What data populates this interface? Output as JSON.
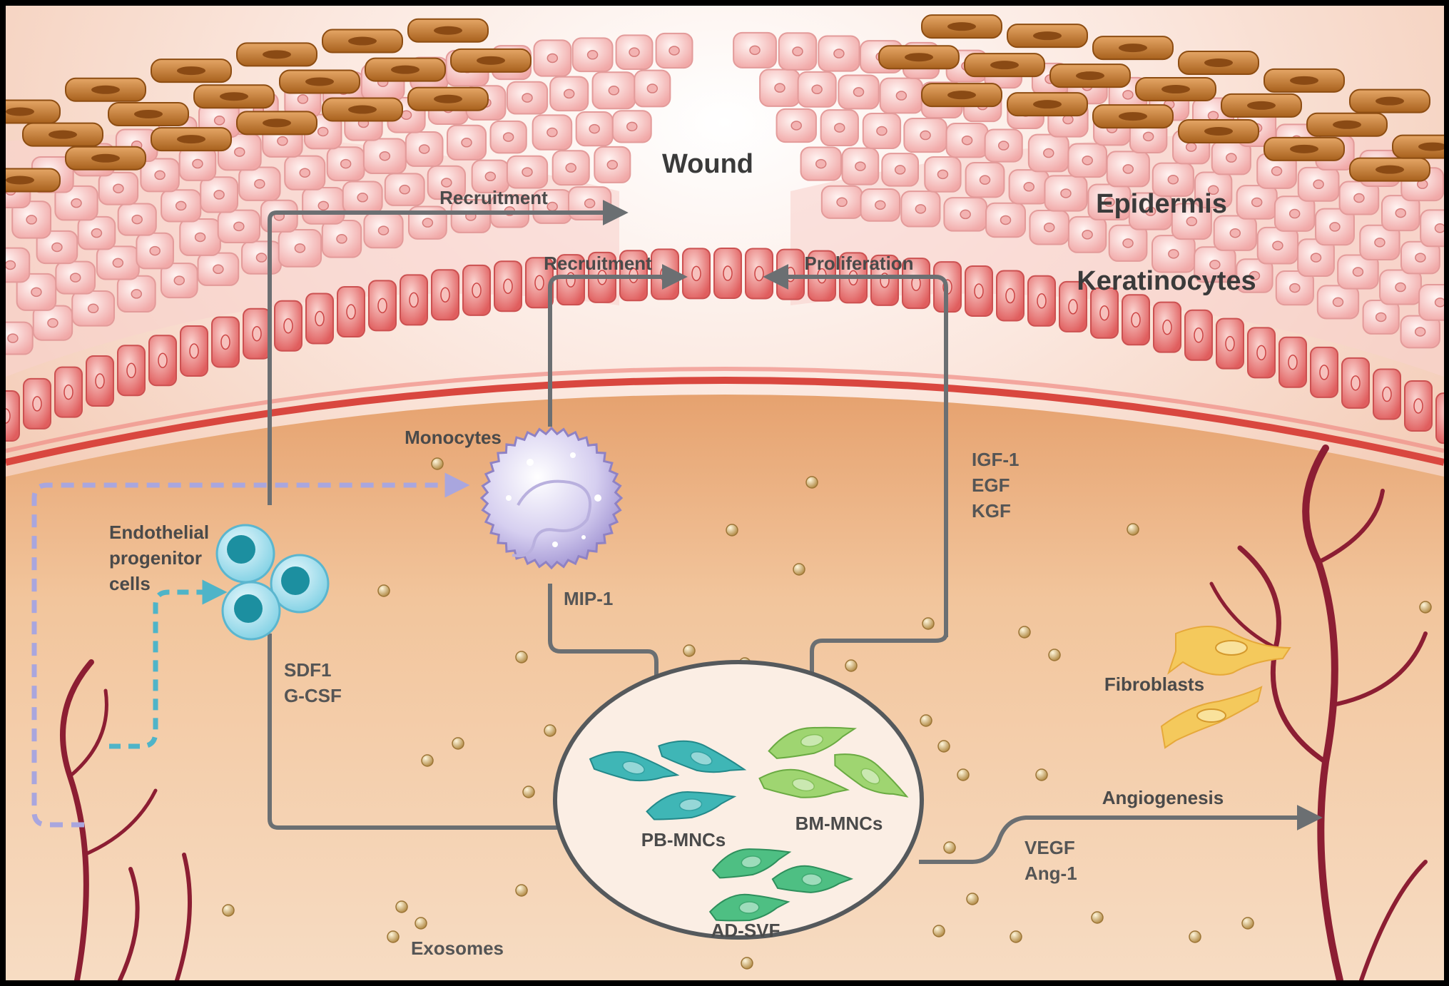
{
  "labels": {
    "wound": "Wound",
    "epidermis": "Epidermis",
    "keratinocytes": "Keratinocytes",
    "recruitment_top": "Recruitment",
    "recruitment_mid": "Recruitment",
    "proliferation": "Proliferation",
    "monocytes": "Monocytes",
    "endothelial_line1": "Endothelial",
    "endothelial_line2": "progenitor",
    "endothelial_line3": "cells",
    "mip1": "MIP-1",
    "sdf1": "SDF1",
    "gcsf": "G-CSF",
    "igf1": "IGF-1",
    "egf": "EGF",
    "kgf": "KGF",
    "fibroblasts": "Fibroblasts",
    "angiogenesis": "Angiogenesis",
    "vegf": "VEGF",
    "ang1": "Ang-1",
    "pb_mncs": "PB-MNCs",
    "bm_mncs": "BM-MNCs",
    "ad_svf": "AD-SVF",
    "exosomes": "Exosomes"
  },
  "colors": {
    "skin_upper": "#f7d8c8",
    "dermis": "#f0c096",
    "keratinocyte": "#f6c3c0",
    "basal_cell": "#e86e6e",
    "pigment_cell": "#c98240",
    "arrow": "#6b6f72",
    "dashed_lavender": "#a9a6de",
    "dashed_teal": "#4fb4c8",
    "vessel": "#8c1e33",
    "exosome": "#d9b879",
    "fibroblast": "#f3c85a",
    "pb_mnc": "#3fb6b6",
    "bm_mnc": "#8fd06a",
    "ad_svf": "#45b77e",
    "monocyte": "#c9c0e8",
    "epc": "#62c4dd"
  }
}
